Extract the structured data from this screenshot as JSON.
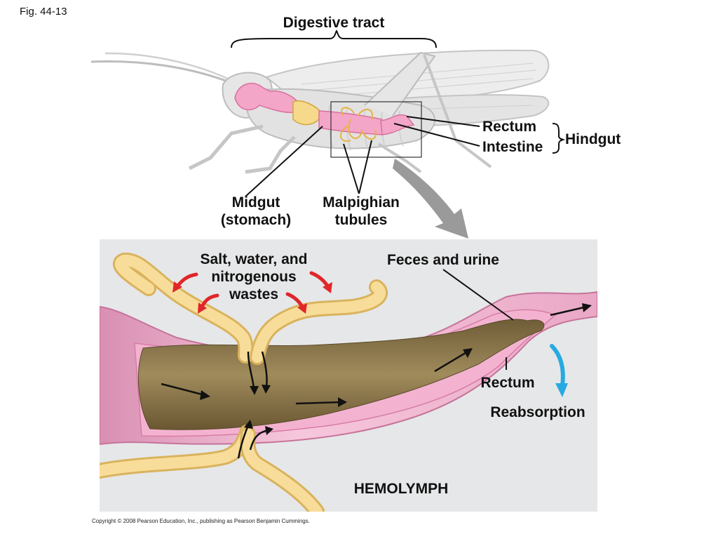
{
  "figure_number": "Fig. 44-13",
  "labels": {
    "digestive_tract": "Digestive tract",
    "rectum_top": "Rectum",
    "intestine": "Intestine",
    "hindgut": "Hindgut",
    "midgut_line1": "Midgut",
    "midgut_line2": "(stomach)",
    "malpighian_line1": "Malpighian",
    "malpighian_line2": "tubules",
    "salt_line1": "Salt, water, and",
    "salt_line2": "nitrogenous",
    "salt_line3": "wastes",
    "feces_urine": "Feces and urine",
    "rectum_bottom": "Rectum",
    "reabsorption": "Reabsorption",
    "hemolymph": "HEMOLYMPH"
  },
  "copyright": "Copyright © 2008 Pearson Education, Inc., publishing as Pearson Benjamin Cummings.",
  "colors": {
    "gut_pink": "#f3a6c8",
    "tubule_yellow": "#f6d98a",
    "gut_contents": "#8f7a4f",
    "panel_bg": "#e6e7e8",
    "red_arrow": "#e0262b",
    "blue_arrow": "#27aae1",
    "grey_arrow": "#9a9a9a"
  }
}
